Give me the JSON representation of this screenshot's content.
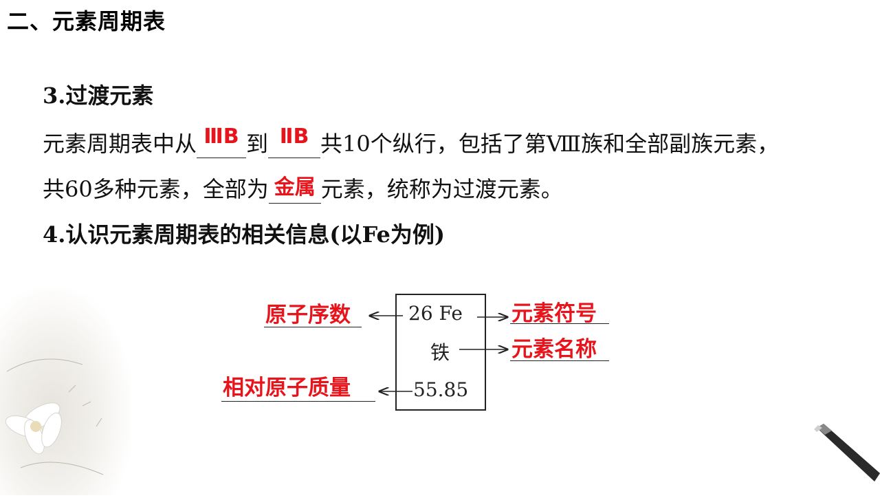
{
  "title": "二、元素周期表",
  "section3": {
    "heading": "3.过渡元素",
    "line1_a": "元素周期表中从",
    "blank1": "ⅢB",
    "line1_b": "到",
    "blank2": "ⅡB",
    "line1_c": "共10个纵行，包括了第Ⅷ族和全部副族元素，",
    "line2_a": "共60多种元素，全部为",
    "blank3": "金属",
    "line2_b": "元素，统称为过渡元素。"
  },
  "section4": {
    "heading": "4.认识元素周期表的相关信息(以Fe为例)"
  },
  "element_box": {
    "number_symbol": "26 Fe",
    "name": "铁",
    "mass": "55.85"
  },
  "labels": {
    "atomic_number": "原子序数",
    "relative_atomic_mass": "相对原子质量",
    "element_symbol": "元素符号",
    "element_name": "元素名称"
  },
  "colors": {
    "answer": "#e8141b",
    "text": "#111111"
  }
}
